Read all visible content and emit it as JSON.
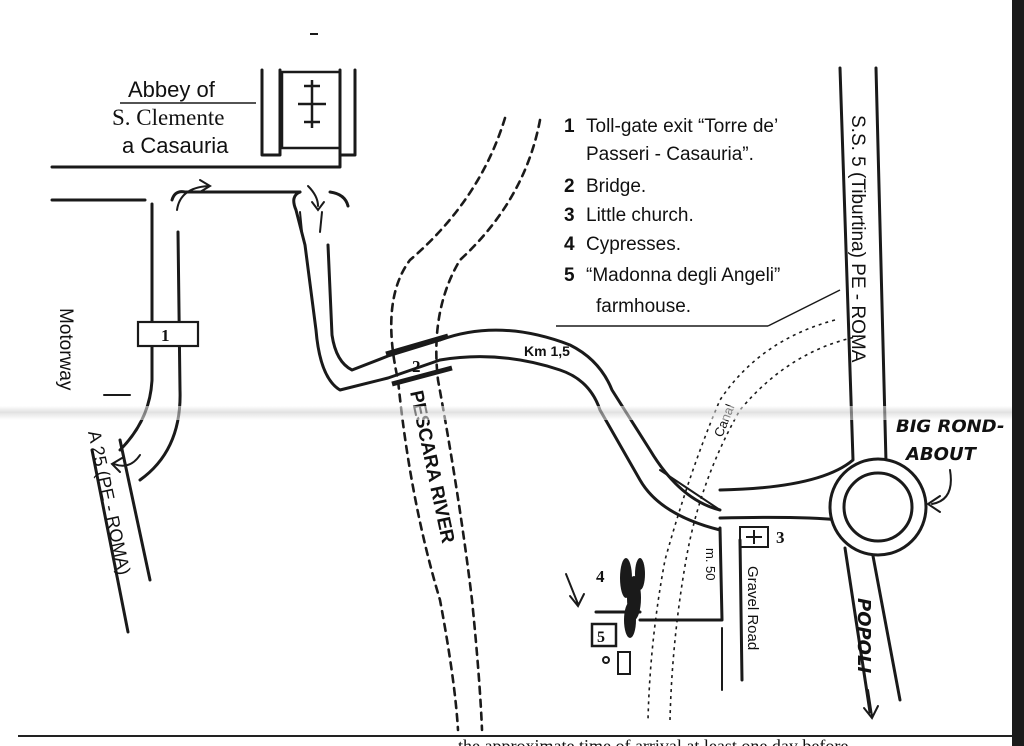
{
  "legend": {
    "items": [
      {
        "num": "1",
        "lines": [
          "Toll-gate exit “Torre de’",
          "Passeri - Casauria”."
        ]
      },
      {
        "num": "2",
        "lines": [
          "Bridge."
        ]
      },
      {
        "num": "3",
        "lines": [
          "Little church."
        ]
      },
      {
        "num": "4",
        "lines": [
          "Cypresses."
        ]
      },
      {
        "num": "5",
        "lines": [
          "“Madonna degli Angeli”",
          "farmhouse."
        ]
      }
    ]
  },
  "labels": {
    "abbey": [
      "Abbey of",
      "S. Clemente",
      "a Casauria"
    ],
    "motorway": "Motorway",
    "a25": "A 25  (PE - ROMA)",
    "ss5": "S.S. 5 (Tiburtina)  PE - ROMA",
    "river": "PESCARA RIVER",
    "canal": "Canal",
    "km": "Km 1,5",
    "m50": "m. 50",
    "gravel": "Gravel Road",
    "popoli": "POPOLI",
    "roundabout": [
      "BIG ROND-",
      "ABOUT"
    ],
    "marker1": "1",
    "marker2": "2",
    "marker3": "3",
    "marker4": "4",
    "marker5": "5"
  },
  "footer_text": "... the approximate time of arrival at least one day before"
}
